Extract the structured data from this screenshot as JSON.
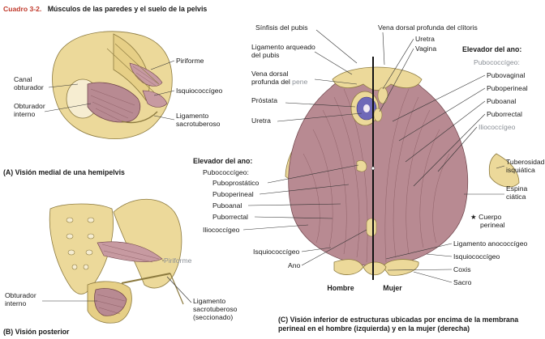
{
  "title": {
    "number": "Cuadro 3-2.",
    "text": "Músculos de las paredes y el suelo de la pelvis"
  },
  "panel_a": {
    "caption": "(A) Visión medial de una hemipelvis",
    "labels": {
      "piriforme": "Piriforme",
      "canal_obturador": "Canal obturador",
      "isquiococcigeo": "Isquiococcígeo",
      "obturador_interno": "Obturador interno",
      "ligamento_sacrotuberoso": "Ligamento sacrotuberoso"
    }
  },
  "panel_b": {
    "caption": "(B) Visión posterior",
    "labels": {
      "piriforme": "Piriforme",
      "obturador_interno": "Obturador interno",
      "ligamento_sacrotuberoso_seccionado": "Ligamento sacrotuberoso (seccionado)"
    }
  },
  "panel_c": {
    "caption_line1": "(C) Visión inferior de estructuras ubicadas por encima de la membrana",
    "caption_line2": "perineal en el hombre (izquierda) y en la mujer (derecha)",
    "left_labels": {
      "sinfisis": "Sínfisis del pubis",
      "lig_arqueado": "Ligamento arqueado del pubis",
      "vena_dorsal_pene": "Vena dorsal profunda del pene",
      "prostata": "Próstata",
      "uretra": "Uretra",
      "elevador_title": "Elevador del ano:",
      "pubococcigeo": "Pubococcígeo:",
      "puboprostatico": "Puboprostático",
      "puboperineal": "Puboperineal",
      "puboanal": "Puboanal",
      "puborrectal": "Puborrectal",
      "iliococcigeo": "Iliococcígeo",
      "isquiococcigeo": "Isquiococcígeo",
      "ano": "Ano"
    },
    "right_labels": {
      "vena_dorsal_clitoris": "Vena dorsal profunda del clítoris",
      "uretra": "Uretra",
      "vagina": "Vagina",
      "elevador_title": "Elevador del ano:",
      "pubococcigeo": "Pubococcígeo:",
      "pubovaginal": "Pubovaginal",
      "puboperineal": "Puboperineal",
      "puboanal": "Puboanal",
      "puborrectal": "Puborrectal",
      "iliococcigeo": "Iliococcígeo",
      "tuberosidad": "Tuberosidad isquiática",
      "espina": "Espina ciática",
      "cuerpo_perineal": "Cuerpo perineal",
      "lig_anococcigeo": "Ligamento anococcígeo",
      "isquiococcigeo": "Isquiococcígeo",
      "coxis": "Coxis",
      "sacro": "Sacro"
    },
    "hombre": "Hombre",
    "mujer": "Mujer",
    "star": "★"
  }
}
